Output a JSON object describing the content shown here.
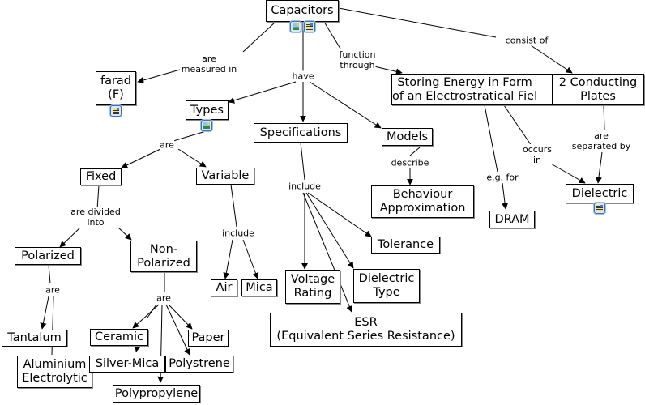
{
  "concept_map": {
    "title": "Capacitors",
    "nodes": {
      "capacitors": "Capacitors",
      "farad": "farad\n(F)",
      "types": "Types",
      "specifications": "Specifications",
      "models": "Models",
      "storing_energy": "Storing Energy in Form\nof an Electrostratical Fiel",
      "conducting_plates": "2 Conducting\nPlates",
      "fixed": "Fixed",
      "variable": "Variable",
      "behaviour": "Behaviour\nApproximation",
      "dram": "DRAM",
      "dielectric": "Dielectric",
      "polarized": "Polarized",
      "non_polarized": "Non-\nPolarized",
      "air": "Air",
      "mica": "Mica",
      "tolerance": "Tolerance",
      "voltage_rating": "Voltage\nRating",
      "dielectric_type": "Dielectric\nType",
      "esr": "ESR\n(Equivalent Series Resistance)",
      "tantalum": "Tantalum",
      "aluminium": "Aluminium\nElectrolytic",
      "ceramic": "Ceramic",
      "paper": "Paper",
      "silver_mica": "Silver-Mica",
      "polystrene": "Polystrene",
      "polypropylene": "Polypropylene"
    },
    "link_labels": {
      "are_measured_in": "are\nmeasured in",
      "have": "have",
      "function_through": "function\nthrough",
      "consist_of": "consist of",
      "are_types": "are",
      "describe": "describe",
      "include_specs": "include",
      "eg_for": "e.g. for",
      "occurs_in": "occurs\nin",
      "are_separated_by": "are\nseparated by",
      "are_divided_into": "are divided\ninto",
      "include_variable": "include",
      "are_polarized": "are",
      "are_nonpolarized": "are"
    },
    "icons": {
      "capacitors_image": "image-resource-icon",
      "capacitors_doc": "document-resource-icon",
      "farad_doc": "document-resource-icon",
      "types_image": "image-resource-icon",
      "dielectric_doc": "document-resource-icon"
    }
  }
}
